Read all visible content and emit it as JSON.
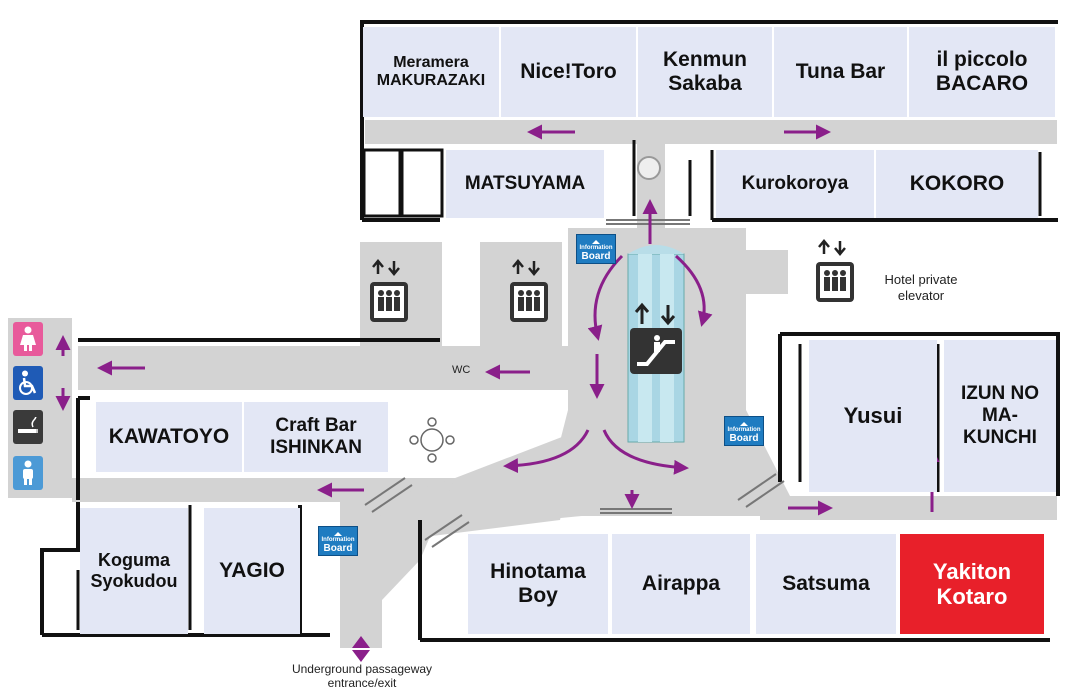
{
  "shops": {
    "meramera": "Meramera",
    "makurazaki": "MAKURAZAKI",
    "nicetoro": "Nice!Toro",
    "kenmun": "Kenmun\nSakaba",
    "tunabar": "Tuna Bar",
    "ilpiccolo": "il piccolo\nBACARO",
    "matsuyama": "MATSUYAMA",
    "kurokoroya": "Kurokoroya",
    "kokoro": "KOKORO",
    "kawatoyo": "KAWATOYO",
    "craftbar": "Craft Bar\nISHINKAN",
    "yusui": "Yusui",
    "izun": "IZUN NO\nMA-\nKUNCHI",
    "koguma": "Koguma\nSyokudou",
    "yagio": "YAGIO",
    "hinotama": "Hinotama\nBoy",
    "airappa": "Airappa",
    "satsuma": "Satsuma",
    "yakiton": "Yakiton\nKotaro"
  },
  "board": {
    "line1": "Information",
    "line2": "Board"
  },
  "labels": {
    "wc": "WC",
    "hotel": "Hotel private\nelevator",
    "underground": "Underground passageway\nentrance/exit"
  },
  "colors": {
    "arrow": "#8a1f8a",
    "corridor": "#d3d3d3",
    "shop_fill": "#e3e7f5",
    "highlight": "#e8202a",
    "board": "#1f7cc1"
  },
  "icons": [
    "female-restroom-icon",
    "wheelchair-icon",
    "smoking-area-icon",
    "male-restroom-icon",
    "elevator-icon",
    "escalator-icon"
  ]
}
